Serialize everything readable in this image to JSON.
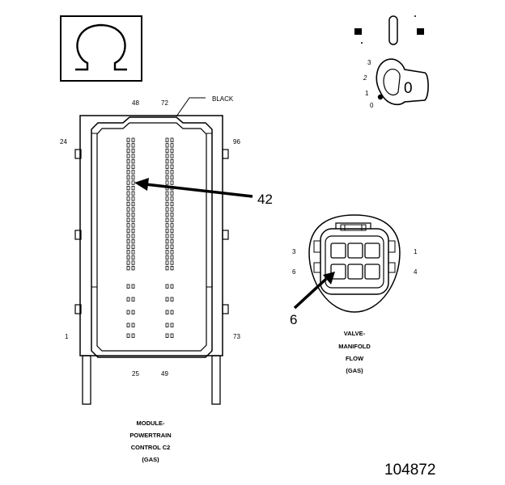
{
  "symbol": {
    "icon": "ohm-symbol-icon",
    "glyph": "Ω"
  },
  "ignition": {
    "icon": "ignition-key-icon",
    "positions": [
      "3",
      "2",
      "1",
      "0"
    ],
    "key_label": "0"
  },
  "pcm_connector": {
    "color_label": "BLACK",
    "pins": {
      "p48": "48",
      "p72": "72",
      "p24": "24",
      "p96": "96",
      "p1": "1",
      "p73": "73",
      "p25": "25",
      "p49": "49"
    },
    "callout": "42",
    "caption": [
      "MODULE-",
      "POWERTRAIN",
      "CONTROL C2",
      "(GAS)"
    ]
  },
  "valve_connector": {
    "pins": {
      "p3": "3",
      "p1": "1",
      "p6": "6",
      "p4": "4"
    },
    "callout": "6",
    "caption": [
      "VALVE-",
      "MANIFOLD",
      "FLOW",
      "(GAS)"
    ]
  },
  "figure_id": "104872"
}
